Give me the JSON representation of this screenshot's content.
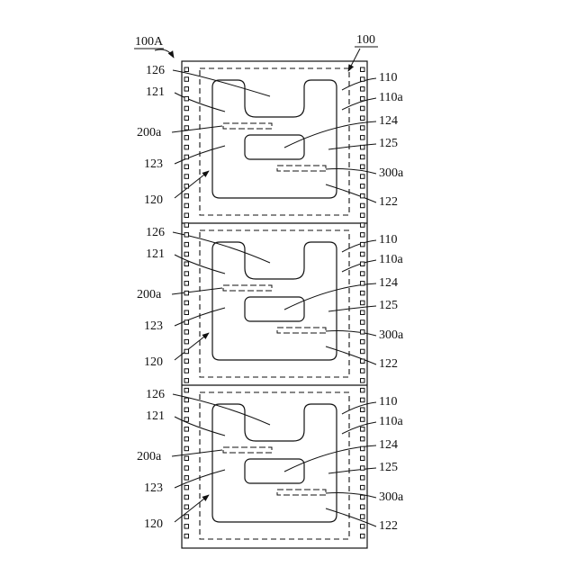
{
  "figure": {
    "assembly_label": "100A",
    "top_label": "100",
    "panels": [
      {
        "right": [
          "110",
          "110a",
          "124",
          "125",
          "300a",
          "122"
        ],
        "left": [
          "126",
          "121",
          "200a",
          "123",
          "120"
        ]
      },
      {
        "right": [
          "110",
          "110a",
          "124",
          "125",
          "300a",
          "122"
        ],
        "left": [
          "126",
          "121",
          "200a",
          "123",
          "120"
        ]
      },
      {
        "right": [
          "110",
          "110a",
          "124",
          "125",
          "300a",
          "122"
        ],
        "left": [
          "126",
          "121",
          "200a",
          "123",
          "120"
        ]
      }
    ]
  },
  "colors": {
    "ink": "#111111",
    "background": "#ffffff"
  }
}
